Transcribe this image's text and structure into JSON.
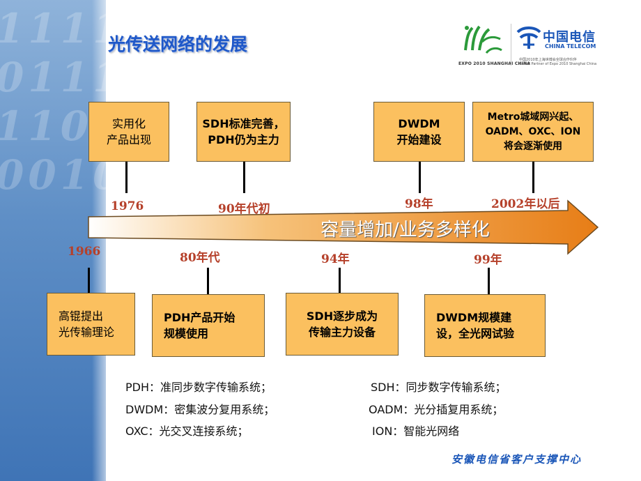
{
  "title": "光传送网络的发展",
  "logos": {
    "expo_brand": "EXPO 2010 SHANGHAI CHINA",
    "telecom_cn": "中国电信",
    "telecom_en": "CHINA TELECOM",
    "partner_cn": "中国2010年上海世博会全球合作伙伴",
    "partner_en": "Global Partner of Expo 2010 Shanghai China"
  },
  "arrow_label": "容量增加/业务多样化",
  "timeline_top": [
    {
      "year": "1976",
      "lines": [
        "实用化",
        "产品出现"
      ]
    },
    {
      "year": "90年代初",
      "lines": [
        "SDH标准完善，",
        "PDH仍为主力"
      ]
    },
    {
      "year": "98年",
      "lines": [
        "DWDM",
        "开始建设"
      ]
    },
    {
      "year": "2002年以后",
      "lines": [
        "Metro城域网兴起、",
        "OADM、OXC、ION",
        "将会逐渐使用"
      ]
    }
  ],
  "timeline_bottom": [
    {
      "year": "1966",
      "lines": [
        "高锟提出",
        "光传输理论"
      ]
    },
    {
      "year": "80年代",
      "lines": [
        "PDH产品开始",
        "规模使用"
      ]
    },
    {
      "year": "94年",
      "lines": [
        "SDH逐步成为",
        "传输主力设备"
      ]
    },
    {
      "year": "99年",
      "lines": [
        "DWDM规模建",
        "设，全光网试验"
      ]
    }
  ],
  "glossary": [
    "PDH：准同步数字传输系统；",
    "SDH：同步数字传输系统；",
    "DWDM：密集波分复用系统；",
    "OADM：光分插复用系统；",
    "OXC：光交叉连接系统；",
    "ION：智能光网络"
  ],
  "footer": "安徽电信省客户支撑中心",
  "colors": {
    "box_fill": "#fbc05f",
    "year_text": "#b5402a",
    "title_blue": "#1f58c8",
    "arrow_orange": "#f08a24"
  }
}
